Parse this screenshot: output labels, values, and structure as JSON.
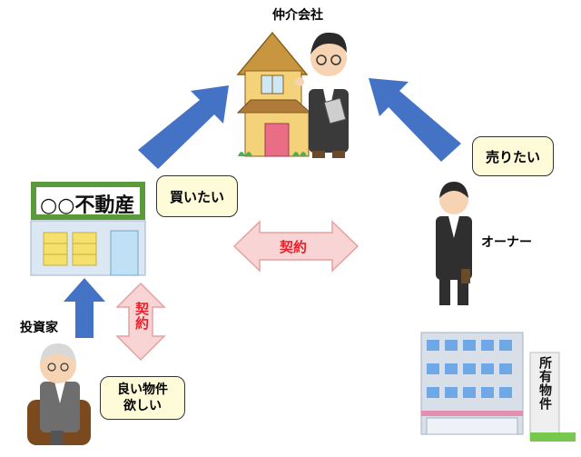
{
  "labels": {
    "broker": "仲介会社",
    "investor": "投資家",
    "owner": "オーナー",
    "company_sign": "○○不動産"
  },
  "bubbles": {
    "want_to_buy": "買いたい",
    "want_to_sell": "売りたい",
    "want_good_property": "良い物件\n欲しい"
  },
  "arrows": {
    "contract_horizontal": "契約",
    "contract_vertical": "契約"
  },
  "property_label": "所有物件",
  "colors": {
    "blue_arrow": "#4472c4",
    "pink_arrow": "#f9d4d4",
    "contract_text": "#e8202a",
    "sign_green": "#5a9a3a",
    "bubble_fill": "#fefbd8"
  }
}
